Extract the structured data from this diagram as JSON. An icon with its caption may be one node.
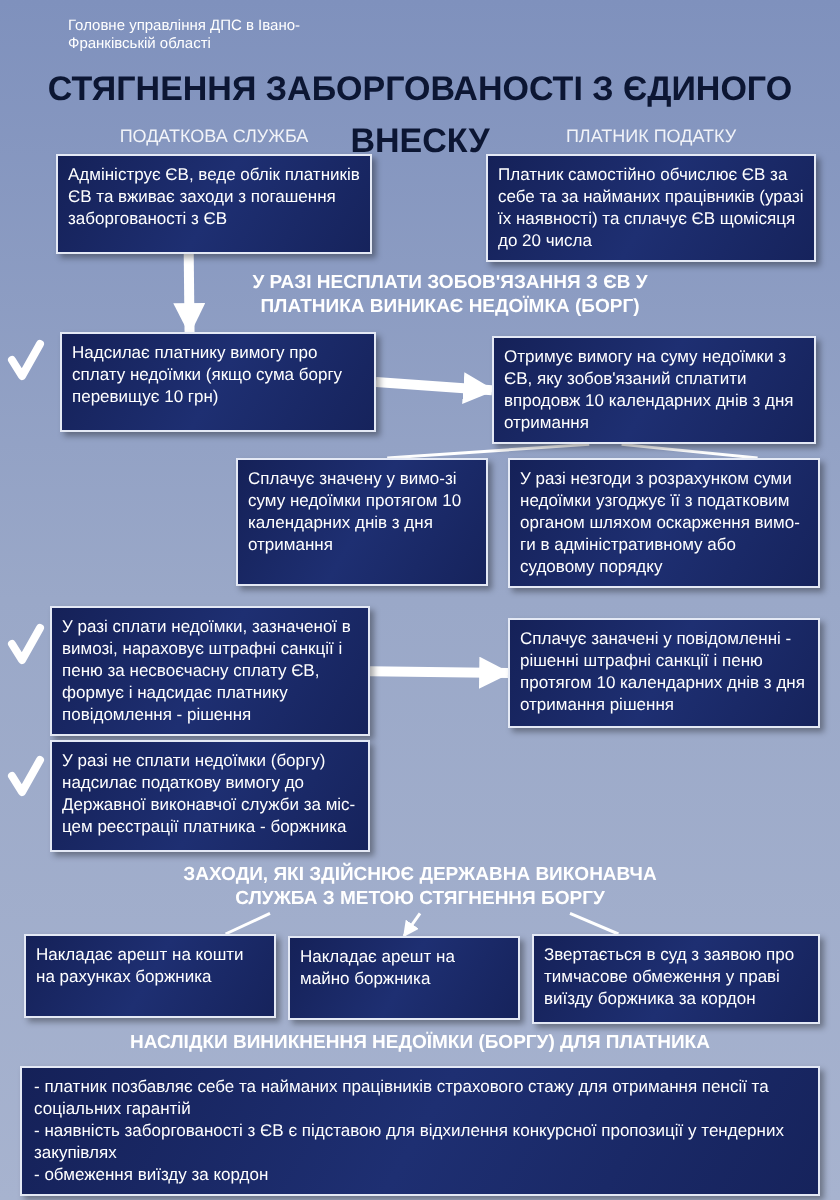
{
  "diagram": {
    "title": "СТЯГНЕННЯ ЗАБОРГОВАНОСТІ З ЄДИНОГО ВНЕСКУ",
    "nodes": [
      {
        "text": [
          "Адмініструє ЄВ, веде облік платників ЄВ та вживає заходи з погашення заборгованості з ЄВ"
        ],
        "beside": [
          "ПОДАТКОВА СЛУЖБА"
        ]
      },
      {
        "text": [
          "Платник самостійно обчислює ЄВ за себе та за найманих працівників (уразі їх наявності) та сплачує ЄВ щомісяця до 20 числа"
        ],
        "beside": [
          "ПЛАТНИК ПОДАТКУ"
        ]
      },
      {
        "text": [
          "Надсилає платнику вимогу про сплату недоїмки (якщо сума боргу перевищує 10 грн)"
        ]
      },
      {
        "text": [
          "Отримує вимогу на суму недоїмки з ЄВ, яку зобов'язаний сплатити впродовж 10 календарних днів з дня отримання"
        ]
      },
      {
        "text": [
          "Сплачує значену у вимо-зі суму недоїмки протягом 10 календарних днів з дня отримання"
        ]
      },
      {
        "text": [
          "У разі незгоди з розрахунком суми недоїмки узгоджує її з податковим органом шляхом оскарження вимо-ги в адміністративному або судовому порядку"
        ]
      },
      {
        "text": [
          "У разі сплати недоїмки, зазначеної в вимозі, нараховує штрафні санкції і пеню за несвоєчасну сплату ЄВ, формує і надсидає платнику повідомлення - рішення"
        ]
      },
      {
        "text": [
          "Сплачує заначені у повідомленні - рішенні штрафні санкції і пеню протягом 10 календарних днів з дня отримання рішення"
        ]
      },
      {
        "text": [
          "У разі не сплати недоїмки (боргу) надсилає податкову вимогу до Державної виконавчої служби за міс-цем реєстрації платника - боржника"
        ]
      },
      {
        "text": [
          "ЗАХОДИ, ЯКІ ЗДІЙСНЮЄ ДЕРЖАВНА ВИКОНАВЧА СЛУЖБА З МЕТОЮ СТЯГНЕННЯ БОРГУ"
        ]
      },
      {
        "text": [
          "Накладає арешт на кошти на рахунках боржника"
        ]
      },
      {
        "text": [
          "Накладає арешт на майно боржника"
        ]
      },
      {
        "text": [
          "Звертається в суд з заявою про тимчасове обмеження у праві виїзду боржника за кордон"
        ]
      },
      {
        "text": [
          "НАСЛІДКИ ВИНИКНЕННЯ НЕДОЇМКИ (БОРГУ) ДЛЯ ПЛАТНИКА",
          "- платник позбавляє себе та найманих працівників страхового стажу для отримання пенсії та соціальних гарантій",
          "- наявність заборгованості з ЄВ є підставою для відхилення конкурсної пропозиції у тендерних закупівлях",
          "- обмеження виїзду за кордон"
        ]
      }
    ],
    "edges": [
      {
        "from": 0,
        "to": 2,
        "arrow": "to",
        "style": "thick"
      },
      {
        "from": 2,
        "to": 3,
        "arrow": "to",
        "style": "thick"
      },
      {
        "from": 3,
        "to": 4,
        "arrow": "none"
      },
      {
        "from": 3,
        "to": 5,
        "arrow": "none"
      },
      {
        "from": 6,
        "to": 7,
        "arrow": "to",
        "style": "thick"
      },
      {
        "from": 9,
        "to": 10,
        "arrow": "none"
      },
      {
        "from": 9,
        "to": 11,
        "arrow": "to"
      },
      {
        "from": 9,
        "to": 12,
        "arrow": "none"
      }
    ],
    "labels": [
      "Головне управління ДПС в Івано-Франківській області",
      "У РАЗІ НЕСПЛАТИ ЗОБОВ'ЯЗАННЯ З ЄВ У ПЛАТНИКА ВИНИКАЄ НЕДОЇМКА (БОРГ)"
    ]
  }
}
